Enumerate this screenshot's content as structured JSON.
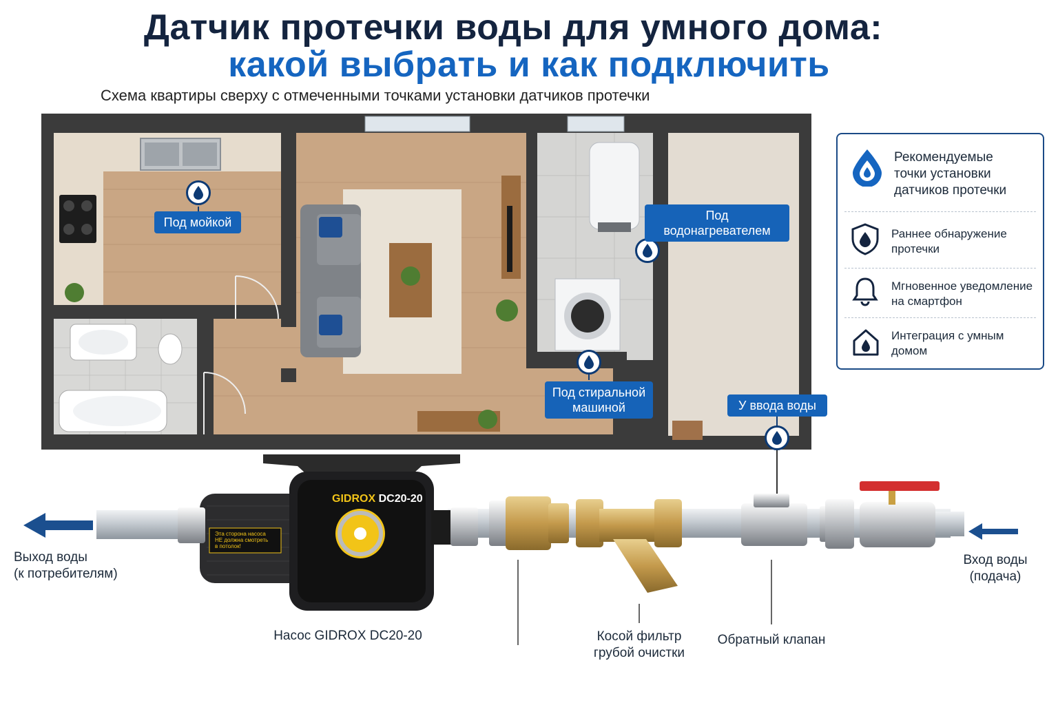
{
  "header": {
    "title_line1": "Датчик протечки воды для умного дома:",
    "title_line2": "какой выбрать и как подключить",
    "subtitle": "Схема квартиры сверху с отмеченными точками установки датчиков протечки"
  },
  "callouts": {
    "sink": "Под мойкой",
    "heater": "Под водонагревателем",
    "washer_line1": "Под стиральной",
    "washer_line2": "машиной",
    "inlet": "У ввода воды"
  },
  "panel": {
    "heading_line1": "Рекомендуемые",
    "heading_line2": "точки установки",
    "heading_line3": "датчиков протечки",
    "features": [
      {
        "line1": "Раннее обнаружение",
        "line2": "протечки",
        "icon": "shield-icon"
      },
      {
        "line1": "Мгновенное уведомление",
        "line2": "на смартфон",
        "icon": "bell-icon"
      },
      {
        "line1": "Интеграция с умным",
        "line2": "домом",
        "icon": "smart-home-icon"
      }
    ]
  },
  "pipeline": {
    "outlet_line1": "Выход воды",
    "outlet_line2": "(к потребителям)",
    "inlet_line1": "Вход воды",
    "inlet_line2": "(подача)",
    "pump_label": "Насос GIDROX DC20-20",
    "filter_line1": "Косой фильтр",
    "filter_line2": "грубой очистки",
    "check_valve": "Обратный клапан"
  },
  "pump": {
    "brand": "GIDROX",
    "model": "DC20-20",
    "warning_line1": "Эта сторона насоса",
    "warning_line2": "НЕ должна смотреть",
    "warning_line3": "в потолок!"
  },
  "colors": {
    "accent_blue": "#1565c0",
    "navy": "#14243f",
    "callout_bg": "#1663b8",
    "wall": "#3a3a3a",
    "valve_handle": "#d32f2f"
  }
}
